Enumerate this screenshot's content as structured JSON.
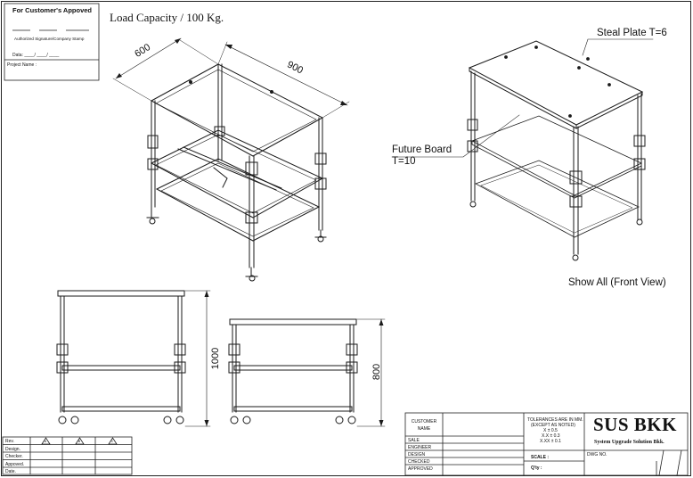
{
  "approval_box": {
    "title": "For Customer's Appoved",
    "signature_label": "Authorized Signature/Company Stamp",
    "date_label": "Data: ____/ ____/ ____",
    "project_label": "Project Name :"
  },
  "load_capacity": "Load Capacity / 100 Kg.",
  "dimensions": {
    "width": "600",
    "length": "900",
    "height_full": "1000",
    "height_board": "800"
  },
  "callouts": {
    "steel_plate": "Steal Plate T=6",
    "future_board_line1": "Future Board",
    "future_board_line2": "T=10",
    "show_all": "Show All (Front View)"
  },
  "revision_table": {
    "rows": [
      "Rev.",
      "Design.",
      "Checker.",
      "Appoved.",
      "Date."
    ],
    "triangle_marks": [
      "A",
      "B",
      "C"
    ]
  },
  "title_block": {
    "customer_name": "CUSTOMER NAME",
    "roles": [
      "SALE",
      "ENGINEER",
      "DESIGN",
      "CHECKED",
      "APPROVED"
    ],
    "tolerance_title": "TOLERANCES ARE IN MM.",
    "tolerance_note": "(EXCEPT AS NOTED)",
    "tolerances": [
      "X   ±  0.5",
      "X.X   ±  0.3",
      "X.XX  ±  0.1"
    ],
    "scale_label": "SCALE :",
    "qty_label": "Q'ty :",
    "company": "SUS BKK",
    "company_tagline": "System Upgrade Solution Bkk.",
    "dwg_no_label": "DWG NO."
  }
}
